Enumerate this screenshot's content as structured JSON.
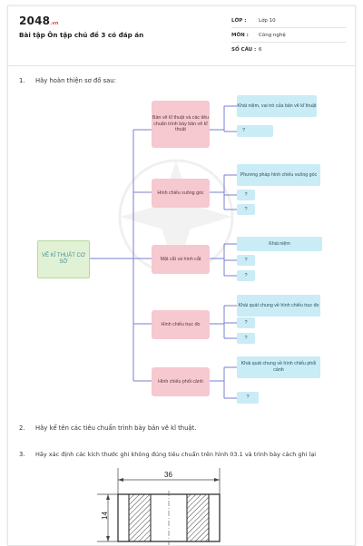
{
  "header": {
    "logo_main": "2048",
    "logo_suffix": ".vn",
    "doc_title": "Bài tập Ôn tập chủ đề 3 có đáp án",
    "meta": [
      {
        "key": "LỚP :",
        "value": "Lớp 10"
      },
      {
        "key": "MÔN :",
        "value": "Công nghệ"
      },
      {
        "key": "SỐ CÂU :",
        "value": "6"
      }
    ]
  },
  "questions": [
    {
      "num": "1.",
      "text": "Hãy hoàn thiện sơ đồ sau:"
    },
    {
      "num": "2.",
      "text": "Hãy kể tên các tiêu chuẩn trình bày bản vẽ kĩ thuật."
    },
    {
      "num": "3.",
      "text": "Hãy xác định các kích thước ghi không đúng tiêu chuẩn trên hình 03.1 và trình bày cách ghi lại"
    }
  ],
  "diagram": {
    "root": "VẼ KĨ THUẬT CƠ SỞ",
    "branches": [
      {
        "label": "Bản vẽ kĩ thuật và các tiêu chuẩn trình bày bản vẽ kĩ thuật",
        "leaves": [
          "Khái niệm, vai trò của bản vẽ kĩ thuật",
          "?"
        ]
      },
      {
        "label": "Hình chiếu vuông góc",
        "leaves": [
          "Phương pháp hình chiếu vuông góc",
          "?",
          "?"
        ]
      },
      {
        "label": "Mặt cắt và hình cắt",
        "leaves": [
          "Khái niệm",
          "?",
          "?"
        ]
      },
      {
        "label": "Hình chiếu trục đo",
        "leaves": [
          "Khái quát chung về hình chiếu trục đo",
          "?",
          "?"
        ]
      },
      {
        "label": "Hình chiếu phối cảnh",
        "leaves": [
          "Khái quát chung về hình chiếu phối cảnh",
          "?"
        ]
      }
    ]
  },
  "figure": {
    "dim_width": "36",
    "dim_height": "14"
  }
}
